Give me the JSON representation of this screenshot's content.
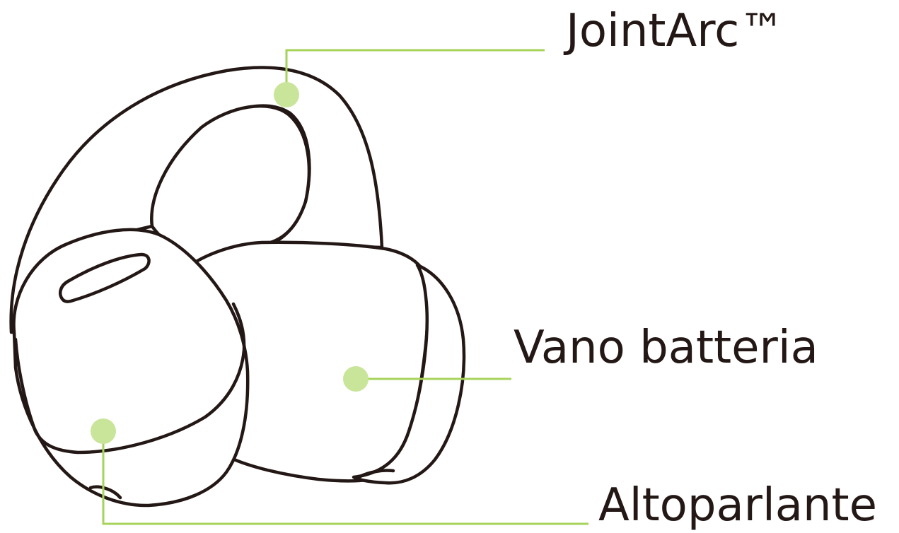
{
  "labels": {
    "jointarc": "JointArc™",
    "battery": "Vano batteria",
    "speaker": "Altoparlante"
  },
  "colors": {
    "leader_line": "#a6d35a",
    "marker_dot": "#c9e59a",
    "outline": "#231815",
    "text": "#231815",
    "background": "#ffffff"
  }
}
